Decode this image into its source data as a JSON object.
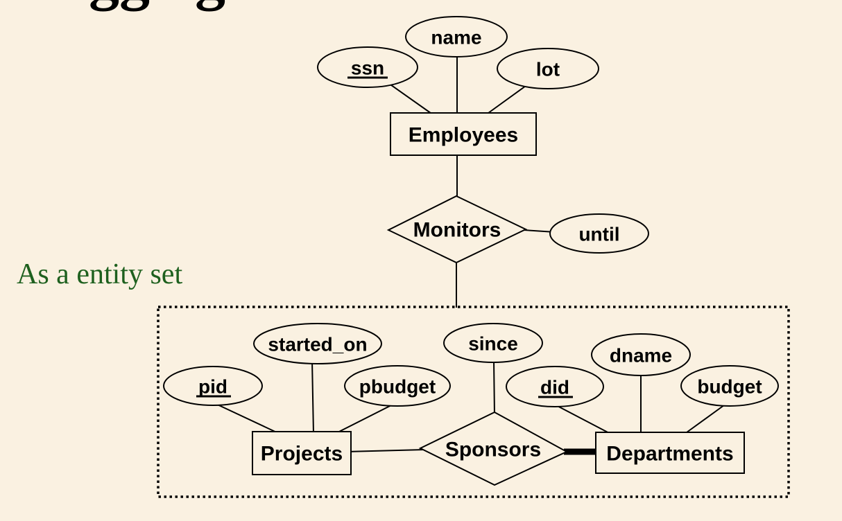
{
  "colors": {
    "background": "#faf1e1",
    "ink": "#000000",
    "note_green": "#1e601e"
  },
  "title_fragments": {
    "left": "gg",
    "right": "g"
  },
  "side_note": {
    "text": "As a entity set"
  },
  "er_diagram": {
    "entities": [
      {
        "label": "Employees"
      },
      {
        "label": "Projects"
      },
      {
        "label": "Departments"
      }
    ],
    "relationships": [
      {
        "label": "Monitors"
      },
      {
        "label": "Sponsors"
      }
    ],
    "attributes": [
      {
        "label": "ssn",
        "primary_key": true
      },
      {
        "label": "name",
        "primary_key": false
      },
      {
        "label": "lot",
        "primary_key": false
      },
      {
        "label": "until",
        "primary_key": false
      },
      {
        "label": "pid",
        "primary_key": true
      },
      {
        "label": "started_on",
        "primary_key": false
      },
      {
        "label": "pbudget",
        "primary_key": false
      },
      {
        "label": "since",
        "primary_key": false
      },
      {
        "label": "did",
        "primary_key": true
      },
      {
        "label": "dname",
        "primary_key": false
      },
      {
        "label": "budget",
        "primary_key": false
      }
    ]
  }
}
